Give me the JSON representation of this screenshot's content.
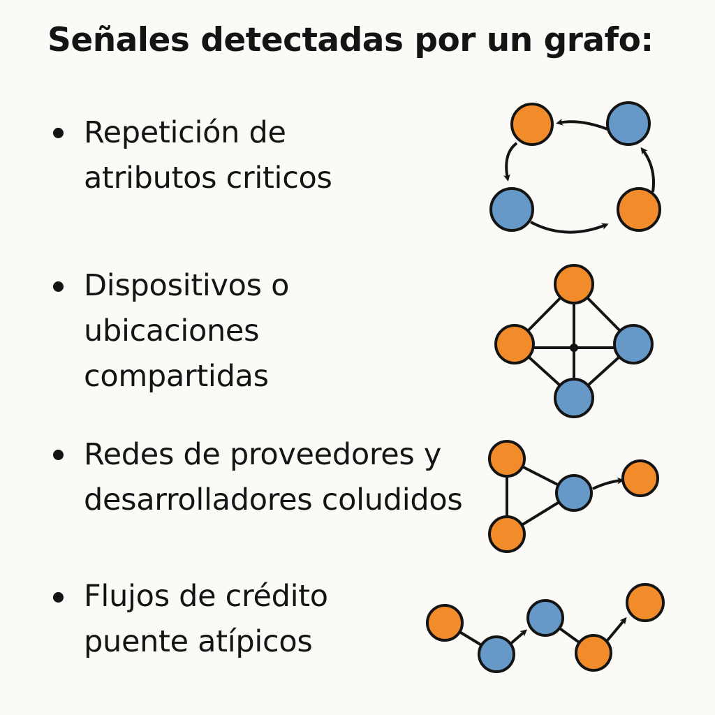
{
  "title": "Señales detectadas por un grafo:",
  "colors": {
    "background": "#fbfaf7",
    "text": "#141414",
    "orange_node": "#f28c2b",
    "blue_node": "#6699c7",
    "edge": "#141414"
  },
  "items": [
    {
      "lines": [
        "Repetición de",
        "atributos criticos"
      ],
      "icon": "cycle-graph-icon"
    },
    {
      "lines": [
        "Dispositivos o",
        "ubicaciones",
        "compartidas"
      ],
      "icon": "shared-hub-graph-icon"
    },
    {
      "lines": [
        "Redes de proveedores y",
        "desarrolladores coludidos"
      ],
      "icon": "collusion-network-icon"
    },
    {
      "lines": [
        "Flujos de crédito",
        "puente atípicos"
      ],
      "icon": "credit-flow-chain-icon"
    }
  ]
}
